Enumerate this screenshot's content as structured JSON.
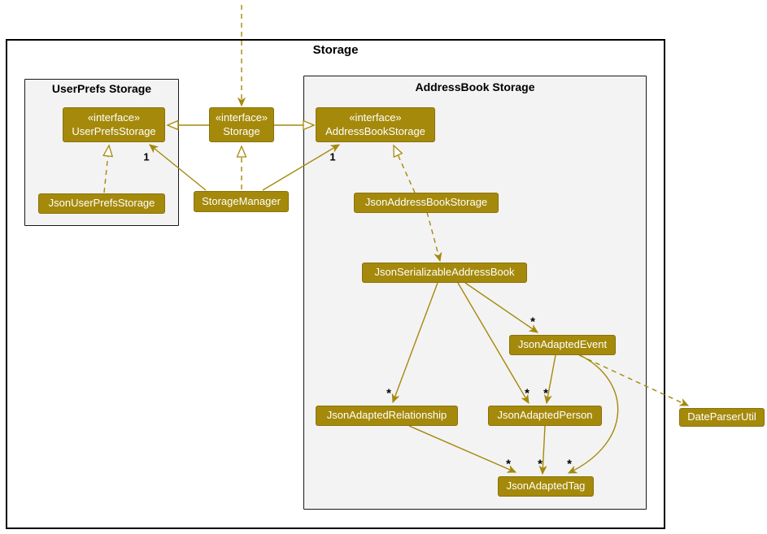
{
  "diagram": {
    "kind": "uml-class-diagram",
    "packages": {
      "outer": {
        "title": "Storage"
      },
      "userprefs": {
        "title": "UserPrefs Storage"
      },
      "addressbook": {
        "title": "AddressBook Storage"
      }
    },
    "nodes": {
      "userprefs_interface": {
        "stereotype": "«interface»",
        "name": "UserPrefsStorage"
      },
      "storage_interface": {
        "stereotype": "«interface»",
        "name": "Storage"
      },
      "addressbook_interface": {
        "stereotype": "«interface»",
        "name": "AddressBookStorage"
      },
      "json_userprefs_storage": {
        "name": "JsonUserPrefsStorage"
      },
      "storage_manager": {
        "name": "StorageManager"
      },
      "json_addressbook_storage": {
        "name": "JsonAddressBookStorage"
      },
      "json_serializable_addressbook": {
        "name": "JsonSerializableAddressBook"
      },
      "json_adapted_event": {
        "name": "JsonAdaptedEvent"
      },
      "json_adapted_relationship": {
        "name": "JsonAdaptedRelationship"
      },
      "json_adapted_person": {
        "name": "JsonAdaptedPerson"
      },
      "json_adapted_tag": {
        "name": "JsonAdaptedTag"
      },
      "date_parser_util": {
        "name": "DateParserUtil"
      }
    },
    "multiplicities": {
      "storagemanager_to_userprefsstorage": "1",
      "storagemanager_to_addressbookstorage": "1",
      "serializable_to_event": "*",
      "serializable_to_relationship": "*",
      "serializable_to_person": "*",
      "event_to_person": "*",
      "relationship_to_tag": "*",
      "person_to_tag": "*",
      "event_to_tag": "*"
    },
    "edges": [
      {
        "from": "external-top",
        "to": "storage_interface",
        "type": "dependency-dashed"
      },
      {
        "from": "storage_interface",
        "to": "userprefs_interface",
        "type": "generalization"
      },
      {
        "from": "storage_interface",
        "to": "addressbook_interface",
        "type": "generalization"
      },
      {
        "from": "storage_manager",
        "to": "storage_interface",
        "type": "realization-dashed"
      },
      {
        "from": "json_userprefs_storage",
        "to": "userprefs_interface",
        "type": "realization-dashed"
      },
      {
        "from": "json_addressbook_storage",
        "to": "addressbook_interface",
        "type": "realization-dashed"
      },
      {
        "from": "storage_manager",
        "to": "userprefs_interface",
        "type": "association",
        "label": "1"
      },
      {
        "from": "storage_manager",
        "to": "addressbook_interface",
        "type": "association",
        "label": "1"
      },
      {
        "from": "json_addressbook_storage",
        "to": "json_serializable_addressbook",
        "type": "dependency-dashed"
      },
      {
        "from": "json_serializable_addressbook",
        "to": "json_adapted_relationship",
        "type": "association",
        "label": "*"
      },
      {
        "from": "json_serializable_addressbook",
        "to": "json_adapted_person",
        "type": "association",
        "label": "*"
      },
      {
        "from": "json_serializable_addressbook",
        "to": "json_adapted_event",
        "type": "association",
        "label": "*"
      },
      {
        "from": "json_adapted_event",
        "to": "json_adapted_person",
        "type": "association",
        "label": "*"
      },
      {
        "from": "json_adapted_event",
        "to": "json_adapted_tag",
        "type": "association",
        "label": "*"
      },
      {
        "from": "json_adapted_relationship",
        "to": "json_adapted_tag",
        "type": "association",
        "label": "*"
      },
      {
        "from": "json_adapted_person",
        "to": "json_adapted_tag",
        "type": "association",
        "label": "*"
      },
      {
        "from": "json_adapted_event",
        "to": "date_parser_util",
        "type": "dependency-dashed"
      }
    ],
    "colors": {
      "node_fill": "#A5890B",
      "node_text": "#FFFFFF",
      "arrow": "#A5890B",
      "package_fill": "#F3F3F3",
      "package_border": "#181818",
      "outer_border": "#000000",
      "label_text": "#000000",
      "background": "#FFFFFF"
    }
  }
}
